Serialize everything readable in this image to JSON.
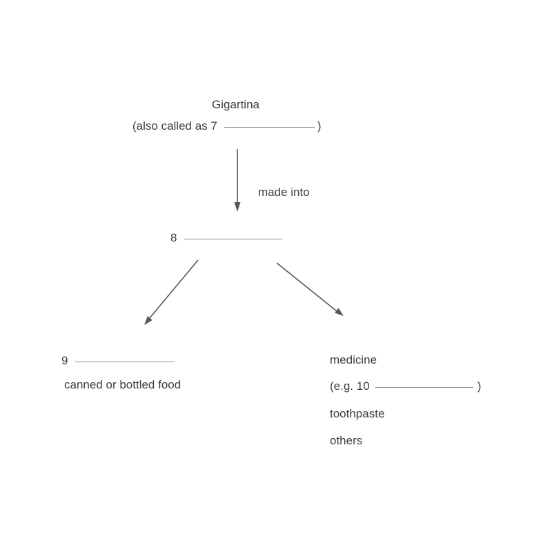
{
  "diagram": {
    "title": "Gigartina",
    "alias_line": {
      "prefix": "(also called as",
      "number": "7",
      "suffix": ")"
    },
    "process_arrow_label": "made into",
    "product_line": {
      "number": "8"
    },
    "left_branch": {
      "line_number": "9",
      "item": "canned or bottled food"
    },
    "right_branch": {
      "item_medicine": "medicine",
      "example_line": {
        "prefix": "(e.g.",
        "number": "10",
        "suffix": ")"
      },
      "item_toothpaste": "toothpaste",
      "item_others": "others"
    }
  },
  "colors": {
    "background": "#ffffff",
    "text": "#3e3e3e",
    "blank_line": "#8f8f8f",
    "arrow": "#565656"
  }
}
